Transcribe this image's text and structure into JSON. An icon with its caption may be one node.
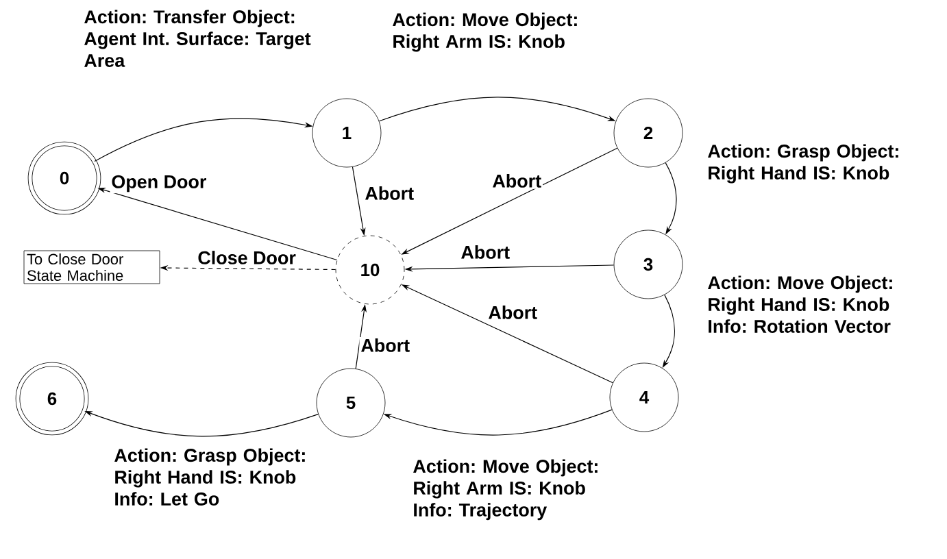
{
  "diagram": {
    "nodes": [
      {
        "text": [
          "0"
        ]
      },
      {
        "text": [
          "1"
        ]
      },
      {
        "text": [
          "2"
        ]
      },
      {
        "text": [
          "3"
        ]
      },
      {
        "text": [
          "4"
        ]
      },
      {
        "text": [
          "5"
        ]
      },
      {
        "text": [
          "6"
        ]
      },
      {
        "text": [
          "10"
        ]
      },
      {
        "text": [
          "To Close Door State Machine"
        ]
      }
    ],
    "edges": [
      {
        "from": 0,
        "to": 1,
        "arrow": "to",
        "label": "Action: Transfer Object: Agent Int. Surface: Target Area"
      },
      {
        "from": 1,
        "to": 2,
        "arrow": "to",
        "label": "Action: Move Object: Right Arm IS: Knob"
      },
      {
        "from": 2,
        "to": 3,
        "arrow": "to",
        "label": "Action: Grasp Object: Right Hand IS: Knob"
      },
      {
        "from": 3,
        "to": 4,
        "arrow": "to",
        "label": "Action: Move Object: Right Hand IS: Knob Info: Rotation Vector"
      },
      {
        "from": 4,
        "to": 5,
        "arrow": "to",
        "label": "Action: Move Object: Right Arm IS: Knob Info: Trajectory"
      },
      {
        "from": 5,
        "to": 6,
        "arrow": "to",
        "label": "Action: Grasp Object: Right Hand IS: Knob Info: Let Go"
      },
      {
        "from": 1,
        "to": 7,
        "arrow": "to",
        "label": "Abort"
      },
      {
        "from": 2,
        "to": 7,
        "arrow": "to",
        "label": "Abort"
      },
      {
        "from": 3,
        "to": 7,
        "arrow": "to",
        "label": "Abort"
      },
      {
        "from": 4,
        "to": 7,
        "arrow": "to",
        "label": "Abort"
      },
      {
        "from": 5,
        "to": 7,
        "arrow": "to",
        "label": "Abort"
      },
      {
        "from": 7,
        "to": 0,
        "arrow": "to",
        "label": "Open Door"
      },
      {
        "from": 7,
        "to": 8,
        "arrow": "to",
        "label": "Close Door",
        "style": "dashed"
      }
    ]
  }
}
